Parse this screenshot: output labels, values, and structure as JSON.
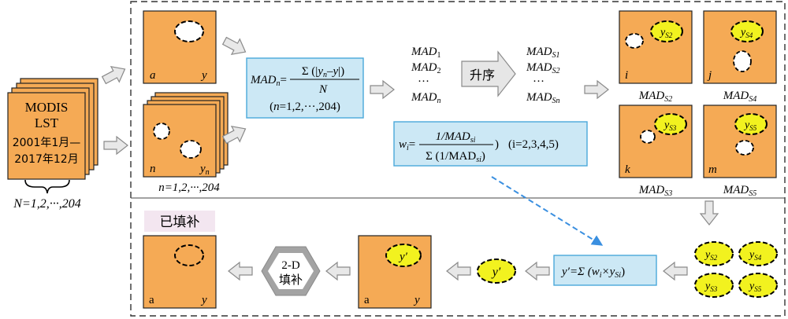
{
  "colors": {
    "panel": "#F5AA55",
    "yellow": "#F2F21F",
    "formula_box": "#CCE8F5",
    "formula_border": "#4AA8DA",
    "label_bg": "#F3E6F0",
    "arrow_fill": "#E8E8E8",
    "arrow_stroke": "#8A8A8A",
    "hex_fill": "#9E9E9E",
    "dash_arrow": "#3A8FE0"
  },
  "input_stack": {
    "line1": "MODIS",
    "line2": "LST",
    "line3": "2001年1月—",
    "line4": "2017年12月",
    "brace_label": "N=1,2,···,204"
  },
  "panels": {
    "a": {
      "corner": "a",
      "var": "y"
    },
    "n": {
      "corner": "n",
      "var": "y",
      "var_sub": "n"
    },
    "n_caption": "n=1,2,···,204",
    "i": {
      "corner": "i",
      "ell": "y",
      "ell_sub": "S2",
      "caption": "MAD",
      "caption_sub": "S2"
    },
    "j": {
      "corner": "j",
      "ell": "y",
      "ell_sub": "S4",
      "caption": "MAD",
      "caption_sub": "S4"
    },
    "k": {
      "corner": "k",
      "ell": "y",
      "ell_sub": "S3",
      "caption": "MAD",
      "caption_sub": "S3"
    },
    "m": {
      "corner": "m",
      "ell": "y",
      "ell_sub": "S5",
      "caption": "MAD",
      "caption_sub": "S5"
    },
    "bottom_mid": {
      "corner": "a",
      "var": "y",
      "ell": "y′"
    },
    "filled": {
      "label": "已填补",
      "corner": "a",
      "var": "y"
    }
  },
  "formula_mad": {
    "lhs": "MAD",
    "lhs_sub": "n",
    "eq": "=",
    "numerator_sigma": "Σ (",
    "numerator_core": "y",
    "numerator_core_sub": "n",
    "numerator_minus": "–",
    "numerator_y": "y",
    "numerator_close": ")",
    "denominator": "N",
    "range_open": "(",
    "range_var": "n",
    "range_rest": "=1,2,···,204)"
  },
  "mad_list": {
    "items": [
      "MAD",
      "MAD",
      "···",
      "MAD"
    ],
    "subs": [
      "1",
      "2",
      "",
      "n"
    ]
  },
  "sort_label": "升序",
  "mad_sorted": {
    "items": [
      "MAD",
      "MAD",
      "···",
      "MAD"
    ],
    "subs": [
      "S1",
      "S2",
      "",
      "Sn"
    ]
  },
  "formula_w": {
    "lhs": "w",
    "lhs_sub": "i",
    "eq": "=",
    "numerator": "1/MAD",
    "numerator_sub": "si",
    "denominator_sigma": "Σ (1/MAD",
    "denominator_sub": "si",
    "denominator_close": ")",
    "close": ")",
    "range": "(i=2,3,4,5)"
  },
  "ellipse_group": {
    "y": "y",
    "subs": [
      "S2",
      "S4",
      "S3",
      "S5"
    ]
  },
  "formula_y": {
    "text": "y′=Σ (w",
    "sub1": "i",
    "mid": "×y",
    "sub2": "Si",
    "close": ")"
  },
  "y_prime": "y′",
  "hex_label": {
    "line1": "2-D",
    "line2": "填补"
  }
}
